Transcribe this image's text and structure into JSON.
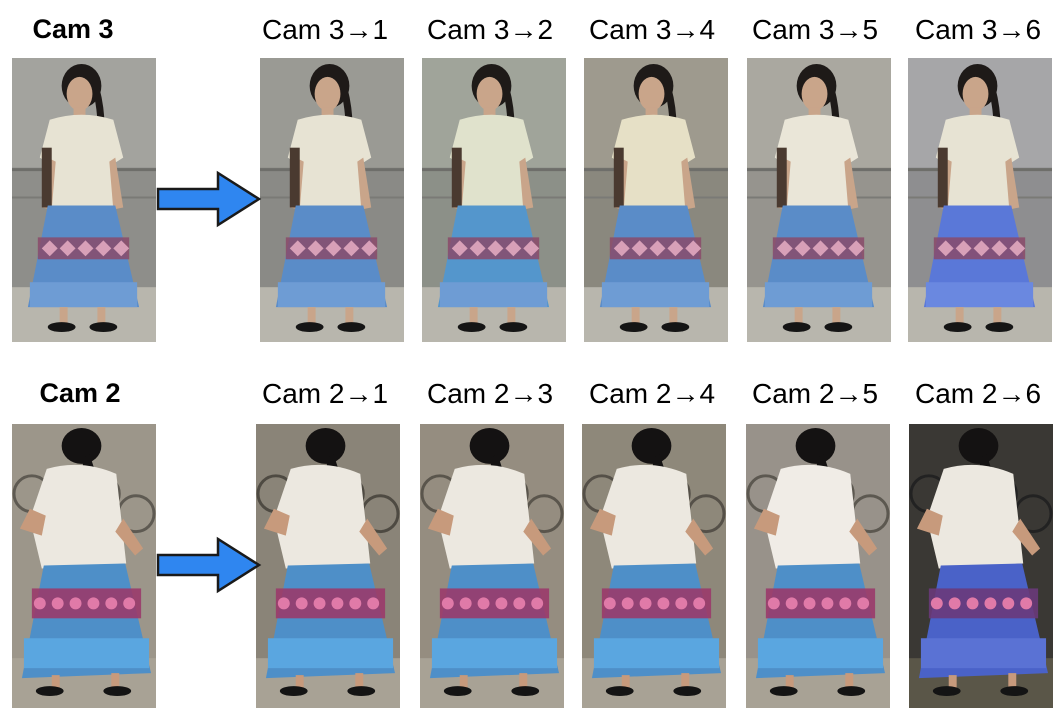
{
  "rows": [
    {
      "source_label": "Cam 3",
      "targets": [
        "Cam 3→1",
        "Cam 3→2",
        "Cam 3→4",
        "Cam 3→5",
        "Cam 3→6"
      ],
      "subject": "woman in white blouse and blue patterned skirt standing, front view"
    },
    {
      "source_label": "Cam 2",
      "targets": [
        "Cam 2→1",
        "Cam 2→3",
        "Cam 2→4",
        "Cam 2→5",
        "Cam 2→6"
      ],
      "subject": "woman in white blouse and blue patterned skirt walking, back view"
    }
  ],
  "arrow": {
    "color": "#2f86f0",
    "stroke": "#1a1a1a",
    "direction": "right"
  }
}
